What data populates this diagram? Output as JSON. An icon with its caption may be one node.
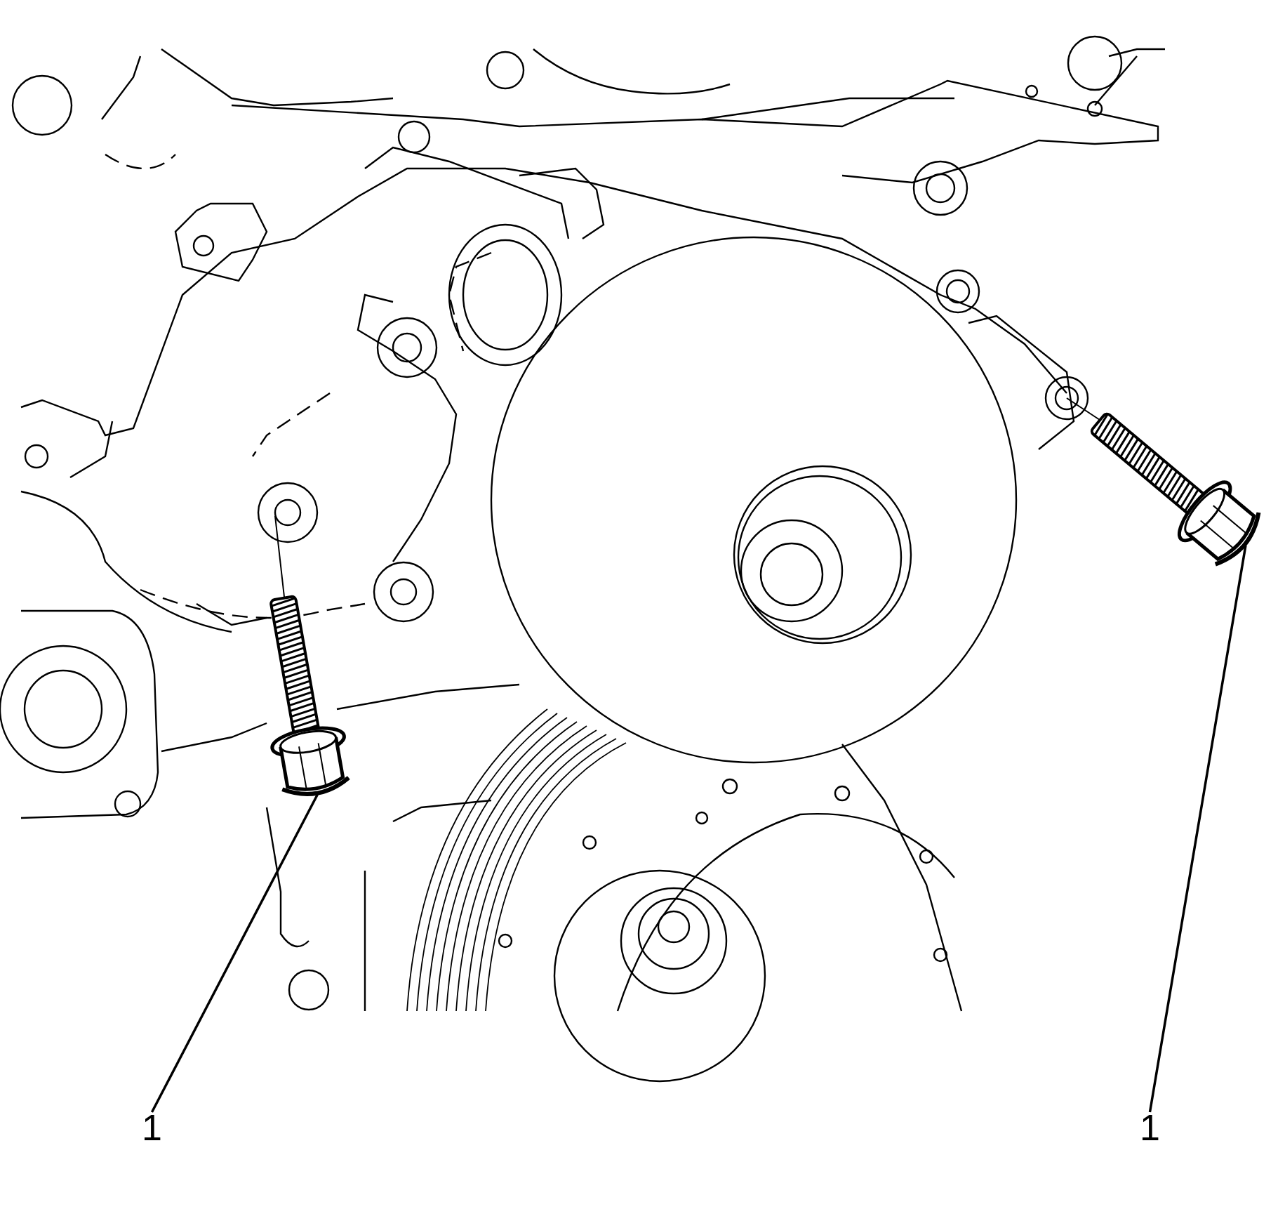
{
  "diagram": {
    "nodes": [
      {
        "text": [
          "1"
        ]
      },
      {
        "text": [],
        "shape": "picture"
      },
      {
        "text": [
          "1"
        ]
      },
      {
        "text": [],
        "shape": "picture"
      }
    ],
    "edges": [
      {
        "from": 0,
        "to": 1,
        "arrow": "none"
      },
      {
        "from": 2,
        "to": 3,
        "arrow": "none"
      }
    ]
  }
}
